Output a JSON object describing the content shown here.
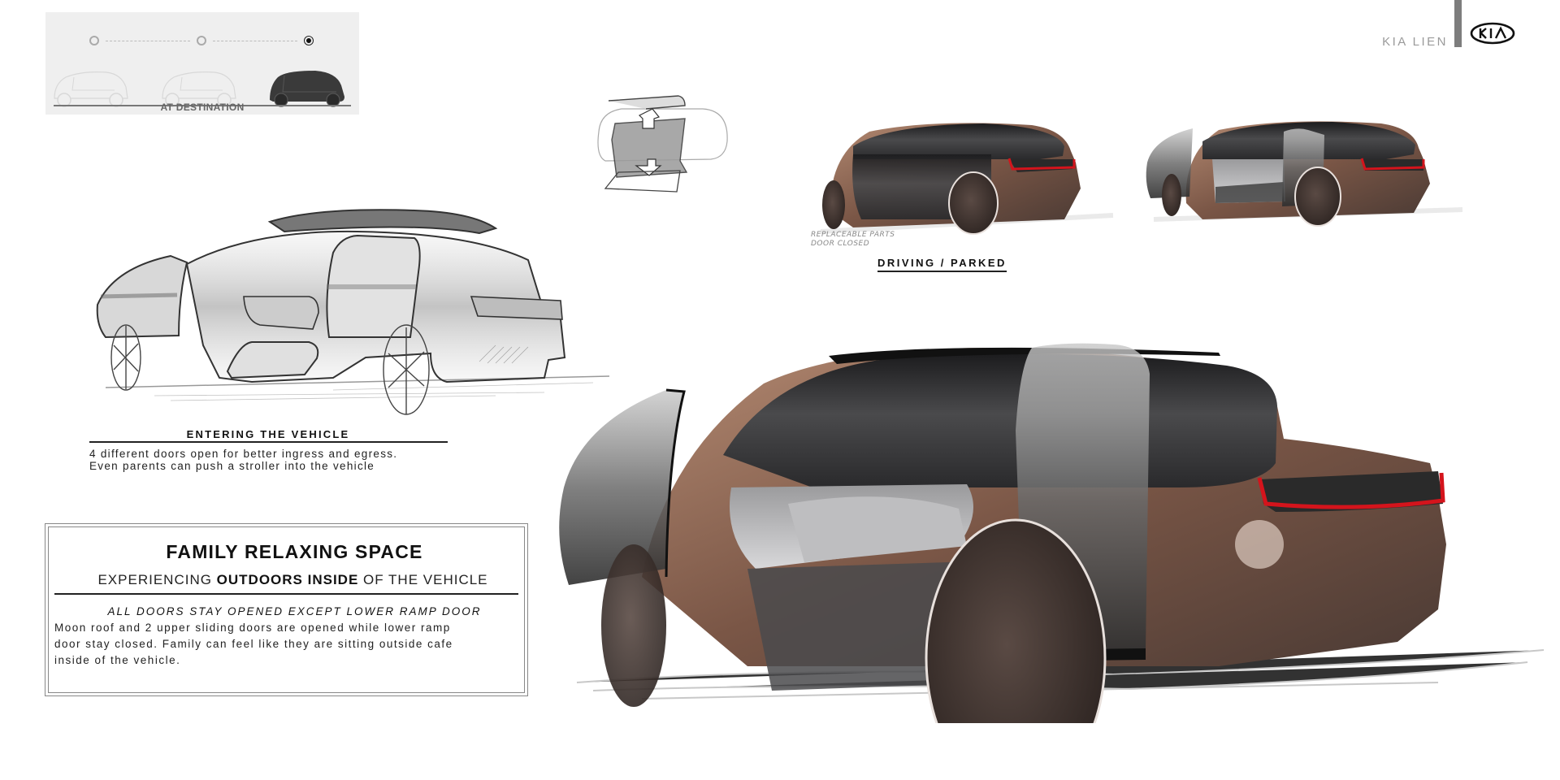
{
  "brand": {
    "project_name": "KIA LIEN",
    "logo_text": "KIA",
    "bar_color": "#7d7d7d"
  },
  "status_timeline": {
    "steps": [
      {
        "state": "inactive"
      },
      {
        "state": "inactive"
      },
      {
        "state": "active"
      }
    ],
    "label": "AT DESTINATION",
    "panel_color": "#efefef"
  },
  "sketches": {
    "small_note_arrows": [
      "up-arrow",
      "down-arrow"
    ]
  },
  "entering": {
    "title": "ENTERING THE VEHICLE",
    "body_line1": "4 different doors open for better ingress and egress.",
    "body_line2": "Even parents can push a stroller into the vehicle"
  },
  "info_box": {
    "title": "FAMILY RELAXING SPACE",
    "subtitle_pre": "EXPERIENCING ",
    "subtitle_bold": "OUTDOORS INSIDE",
    "subtitle_post": " OF THE VEHICLE",
    "italic_heading": "ALL DOORS STAY OPENED EXCEPT LOWER RAMP DOOR",
    "body_line1": "Moon roof and 2 upper sliding doors are opened while lower ramp",
    "body_line2": "door stay closed. Family can feel like they are sitting outside cafe",
    "body_line3": "inside of the vehicle."
  },
  "renders": {
    "note_line1": "REPLACEABLE PARTS",
    "note_line2": "DOOR CLOSED",
    "caption": "DRIVING / PARKED",
    "body_color": "#8a6552",
    "glass_color": "#3a3a3c",
    "taillight_color": "#d4141c"
  }
}
